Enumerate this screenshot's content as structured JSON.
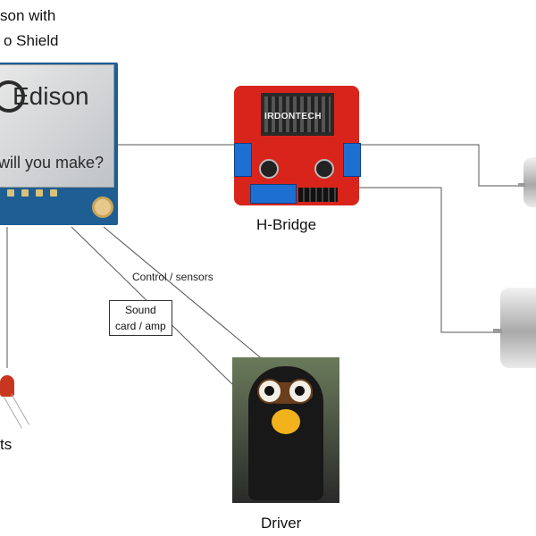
{
  "labels": {
    "edison_line1": "son with",
    "edison_line2": "o Shield",
    "hbridge": "H-Bridge",
    "driver": "Driver",
    "lights": "ts",
    "control_sensors": "Control / sensors",
    "sound_line1": "Sound",
    "sound_line2": "card / amp"
  },
  "board_print": {
    "edison_logo_text": "Edison",
    "edison_tagline": "will you make?",
    "hbridge_brand": "IRDONTECH"
  },
  "icons": {
    "edison_board": "edison-board-photo",
    "hbridge_board": "hbridge-board-photo",
    "motor": "dc-motor-photo",
    "driver": "driver-figure-photo",
    "leds": "led-components-photo"
  },
  "colors": {
    "wire": "#555555",
    "edison_pcb": "#1f5e92",
    "hbridge_pcb": "#d9241c",
    "terminal_blue": "#1d6fd1"
  }
}
